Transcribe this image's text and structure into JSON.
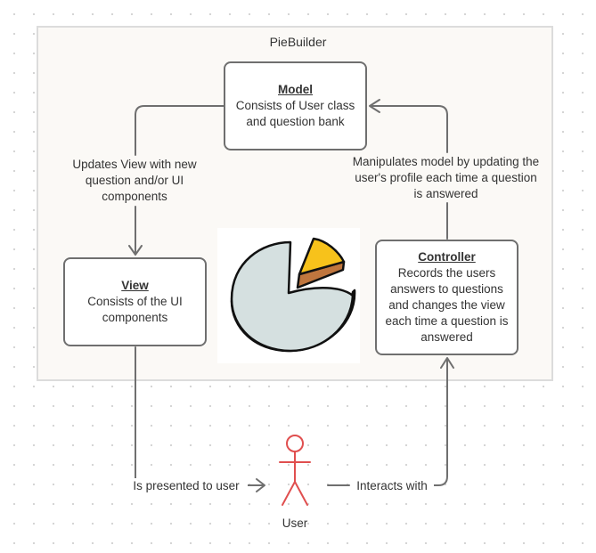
{
  "frame": {
    "title": "PieBuilder"
  },
  "model": {
    "title": "Model",
    "body": "Consists of User class and question bank"
  },
  "view": {
    "title": "View",
    "body": "Consists of the UI components"
  },
  "controller": {
    "title": "Controller",
    "body": "Records the users answers to questions and changes the view each time a question is answered"
  },
  "edges": {
    "model_to_view": "Updates View with new question and/or UI components",
    "controller_to_model": "Manipulates model by updating the user's profile each time a question is answered",
    "view_to_user": "Is presented to user",
    "user_to_controller": "Interacts with"
  },
  "actor": {
    "label": "User",
    "color": "#e04f4f"
  },
  "colors": {
    "stroke": "#6f6f6f",
    "frame_bg": "#fbf9f6",
    "pie_fill": "#d5e0e0",
    "slice_fill": "#f7c21b",
    "slice_side": "#c0763e"
  },
  "icons": {
    "logo": "pie-chart-icon",
    "actor": "stick-figure-icon"
  }
}
